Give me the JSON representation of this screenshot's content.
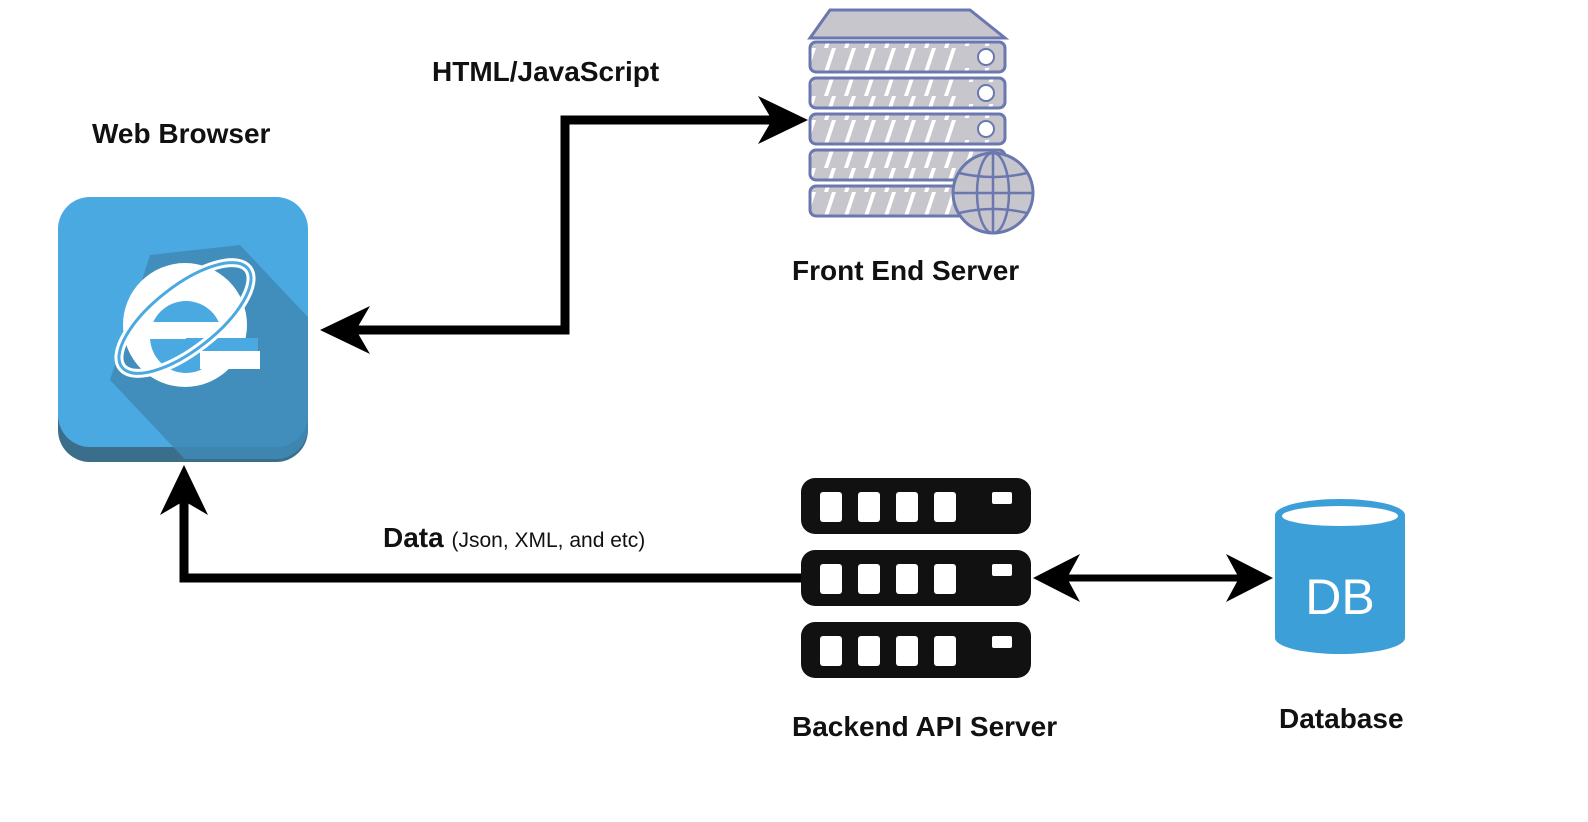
{
  "nodes": {
    "browser": {
      "label": "Web Browser",
      "icon": "internet-explorer-icon",
      "color": "#4aa9e0"
    },
    "frontend": {
      "label": "Front End Server",
      "icon": "web-server-icon",
      "color": "#c0c0c6"
    },
    "backend": {
      "label": "Backend API Server",
      "icon": "server-rack-icon",
      "color": "#111111"
    },
    "database": {
      "label": "Database",
      "icon": "database-icon",
      "glyph": "DB",
      "color": "#3d9fd8"
    }
  },
  "edges": {
    "browser_frontend": {
      "label": "HTML/JavaScript"
    },
    "backend_browser": {
      "label": "Data",
      "note": "(Json, XML, and etc)"
    },
    "backend_database": {
      "label": ""
    }
  }
}
